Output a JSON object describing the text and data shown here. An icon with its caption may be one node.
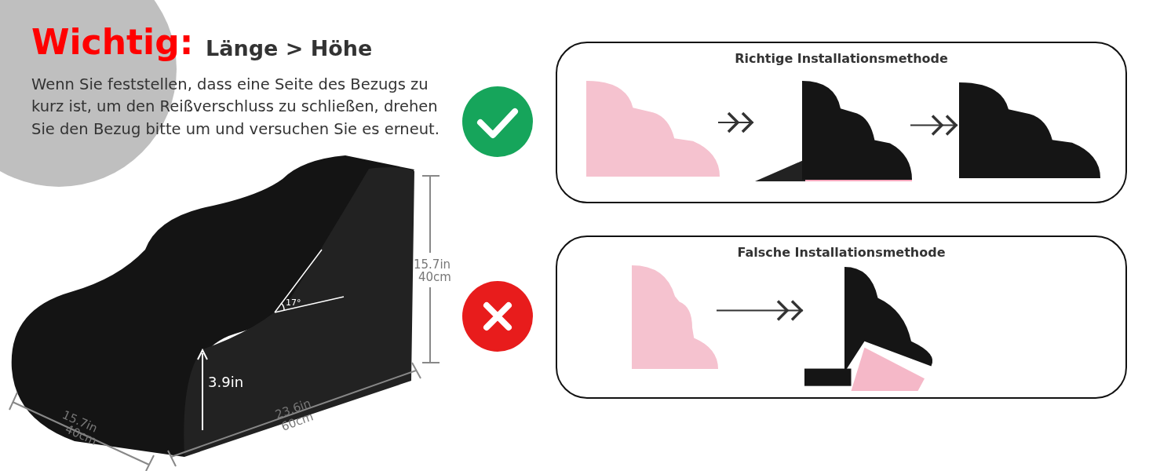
{
  "diagram": {
    "title": "Wichtig:",
    "nodes": [
      {
        "text": [
          "Richtige Installationsmethode"
        ]
      },
      {
        "text": [],
        "shape": "picture",
        "in": 0
      },
      {
        "text": [],
        "shape": "picture",
        "in": 0
      },
      {
        "text": [],
        "shape": "picture",
        "in": 0
      },
      {
        "text": [
          "Falsche Installationsmethode"
        ]
      },
      {
        "text": [],
        "shape": "picture",
        "in": 4
      },
      {
        "text": [],
        "shape": "picture",
        "in": 4
      }
    ],
    "edges": [
      {
        "from": 1,
        "to": 2,
        "arrow": "to"
      },
      {
        "from": 2,
        "to": 3,
        "arrow": "to"
      },
      {
        "from": 5,
        "to": 6,
        "arrow": "to"
      }
    ],
    "labels": [
      "Länge > Höhe",
      "Wenn Sie feststellen, dass eine Seite des Bezugs zu kurz ist, um den Reißverschluss zu schließen, drehen Sie den Bezug bitte um und versuchen Sie es erneut.",
      "15.7in",
      "40cm",
      "17°",
      "3.9in",
      "15.7in",
      "40cm",
      "23.6in",
      "60cm"
    ]
  }
}
